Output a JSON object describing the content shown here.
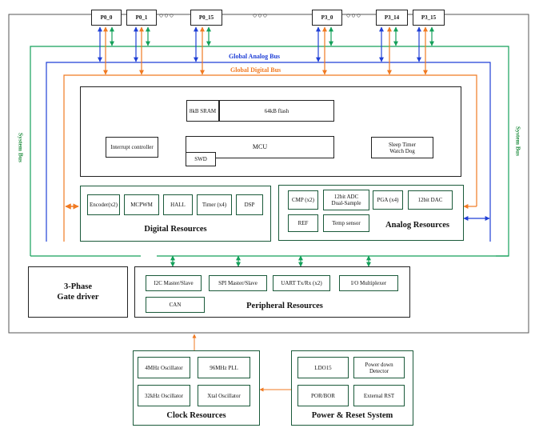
{
  "pins": [
    "P0_0",
    "P0_1",
    "P0_15",
    "P3_0",
    "P3_14",
    "P3_15"
  ],
  "pin_ellipsis": "○○○",
  "buses": {
    "analog": "Global Analog Bus",
    "digital": "Global Digital Bus",
    "system_left": "System Bus",
    "system_right": "System Bus"
  },
  "core": {
    "sram": "8kB SRAM",
    "flash": "64kB flash",
    "interrupt": "Interrupt controller",
    "mcu": "MCU",
    "swd": "SWD",
    "sleep_timer": "Sleep Timer\nWatch Dog"
  },
  "digital": {
    "title": "Digital Resources",
    "items": [
      "Encoder(x2)",
      "MCPWM",
      "HALL",
      "Timer (x4)",
      "DSP"
    ]
  },
  "analog": {
    "title": "Analog Resources",
    "items": [
      "CMP (x2)",
      "12bit ADC\nDual-Sample",
      "PGA (x4)",
      "12bit DAC",
      "REF",
      "Temp sensor"
    ]
  },
  "gate_driver": "3-Phase\nGate driver",
  "peripheral": {
    "title": "Peripheral Resources",
    "items": [
      "I2C Master/Slave",
      "SPI Master/Slave",
      "UART Tx/Rx (x2)",
      "I/O Multiplexer",
      "CAN"
    ]
  },
  "clock": {
    "title": "Clock Resources",
    "items": [
      "4MHz Oscillator",
      "96MHz PLL",
      "32kHz Oscillator",
      "Xtal Oscillator"
    ]
  },
  "power": {
    "title": "Power & Reset System",
    "items": [
      "LDO15",
      "Power down\nDetector",
      "POR/BOR",
      "External RST"
    ]
  },
  "colors": {
    "analog_bus": "#1f3fd6",
    "digital_bus": "#f07a22",
    "system_bus": "#14a05a",
    "box_green": "#1a5a3a"
  }
}
